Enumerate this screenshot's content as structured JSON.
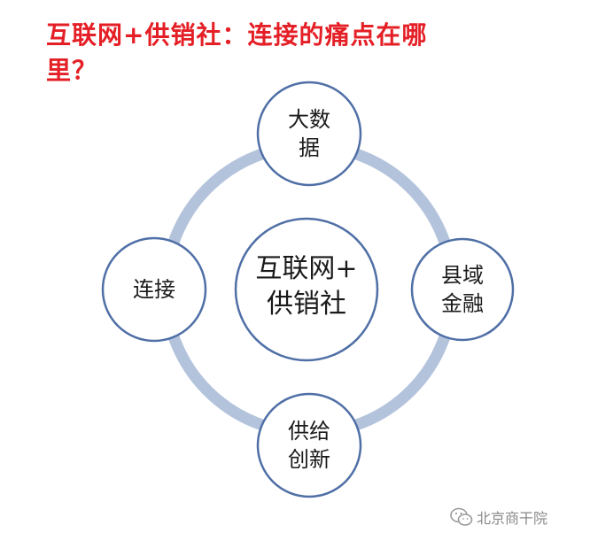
{
  "title": "互联网+供销社：连接的痛点在哪里？",
  "center": {
    "line1": "互联网+",
    "line2": "供销社"
  },
  "nodes": {
    "top": {
      "line1": "大数",
      "line2": "据"
    },
    "right": {
      "line1": "县域",
      "line2": "金融"
    },
    "bottom": {
      "line1": "供给",
      "line2": "创新"
    },
    "left": {
      "line1": "连接"
    }
  },
  "watermark": {
    "text": "北京商干院",
    "icon": "wechat-icon"
  },
  "colors": {
    "title": "#e41f26",
    "ring": "#b4c3dc",
    "node_stroke": "#4f6fa6",
    "node_fill": "#ffffff"
  }
}
